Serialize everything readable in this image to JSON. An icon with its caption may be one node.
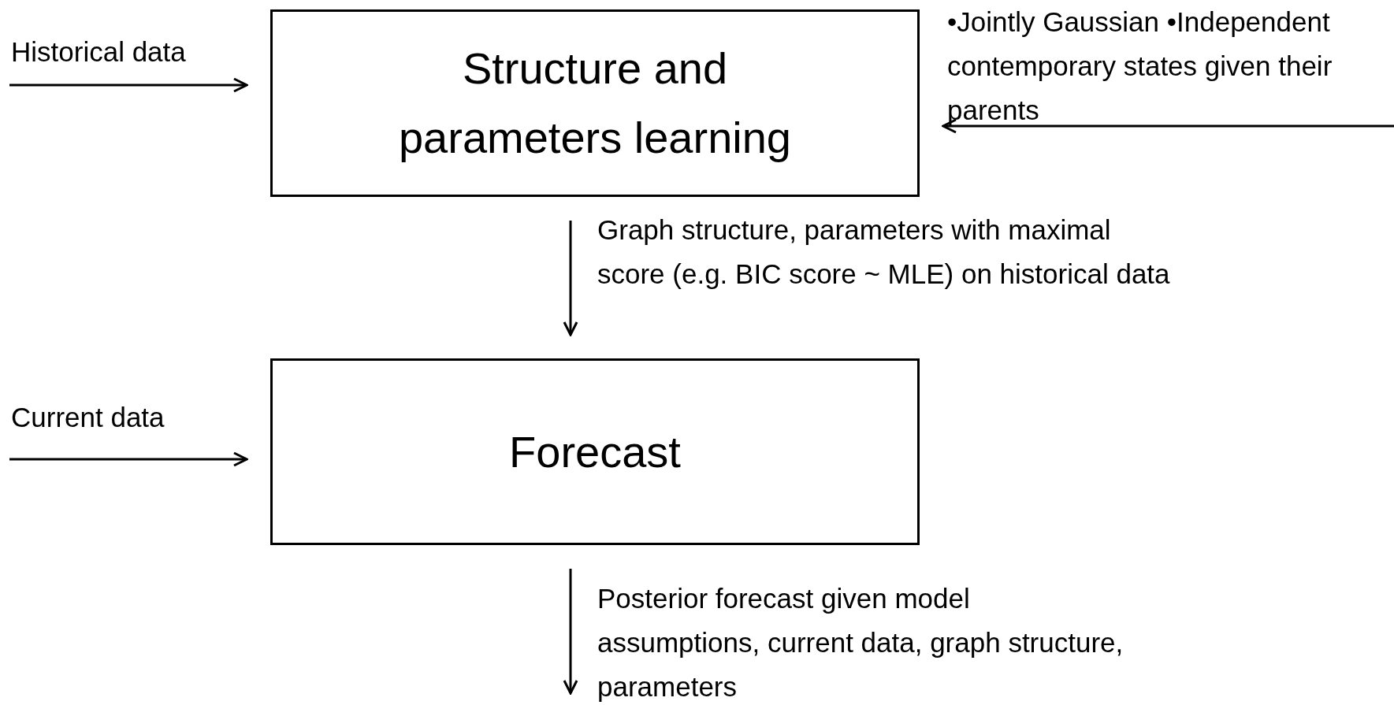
{
  "diagram": {
    "nodes": [
      {
        "text": [
          "Structure and parameters learning"
        ]
      },
      {
        "text": [
          "Forecast"
        ]
      }
    ],
    "edges": [
      {
        "from": null,
        "to": 0,
        "arrow": "to",
        "label": "Historical data"
      },
      {
        "from": null,
        "to": 0,
        "arrow": "to",
        "label": "•Jointly Gaussian •Independent contemporary states given their parents"
      },
      {
        "from": 0,
        "to": 1,
        "arrow": "to",
        "label": "Graph structure, parameters with maximal score (e.g. BIC score ~ MLE) on historical data"
      },
      {
        "from": null,
        "to": 1,
        "arrow": "to",
        "label": "Current data"
      },
      {
        "from": 1,
        "to": null,
        "arrow": "to",
        "label": "Posterior forecast given model assumptions, current data, graph structure, parameters"
      }
    ]
  }
}
